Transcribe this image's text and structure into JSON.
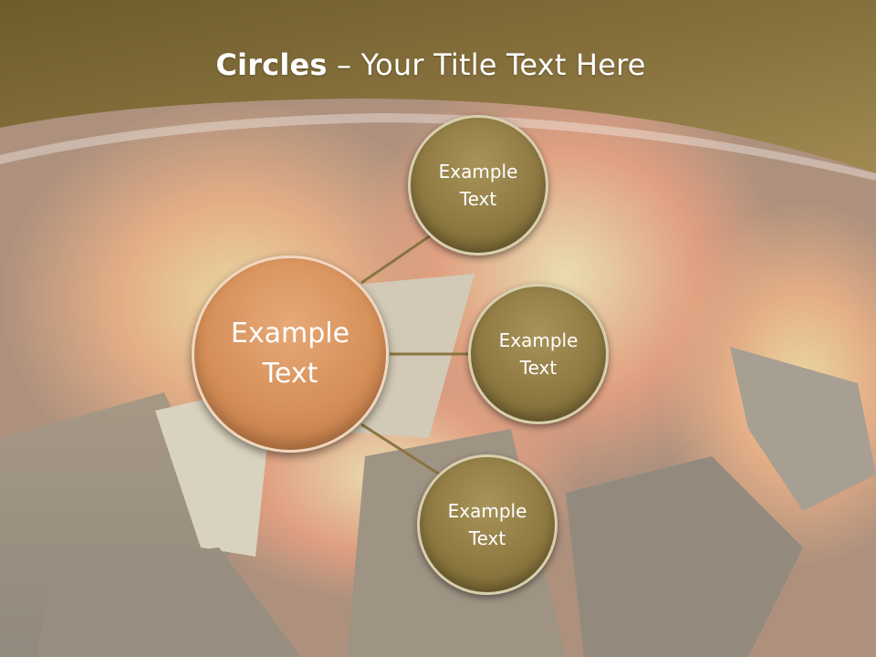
{
  "slide": {
    "title_bold": "Circles",
    "title_rest": " – Your Title Text Here"
  },
  "diagram": {
    "center": {
      "line1": "Example",
      "line2": "Text"
    },
    "nodes": [
      {
        "line1": "Example",
        "line2": "Text"
      },
      {
        "line1": "Example",
        "line2": "Text"
      },
      {
        "line1": "Example",
        "line2": "Text"
      }
    ]
  },
  "colors": {
    "header": "#8a7440",
    "center_circle": "#d68f58",
    "node_circle": "#8f7a42",
    "connector": "#8a7440"
  }
}
